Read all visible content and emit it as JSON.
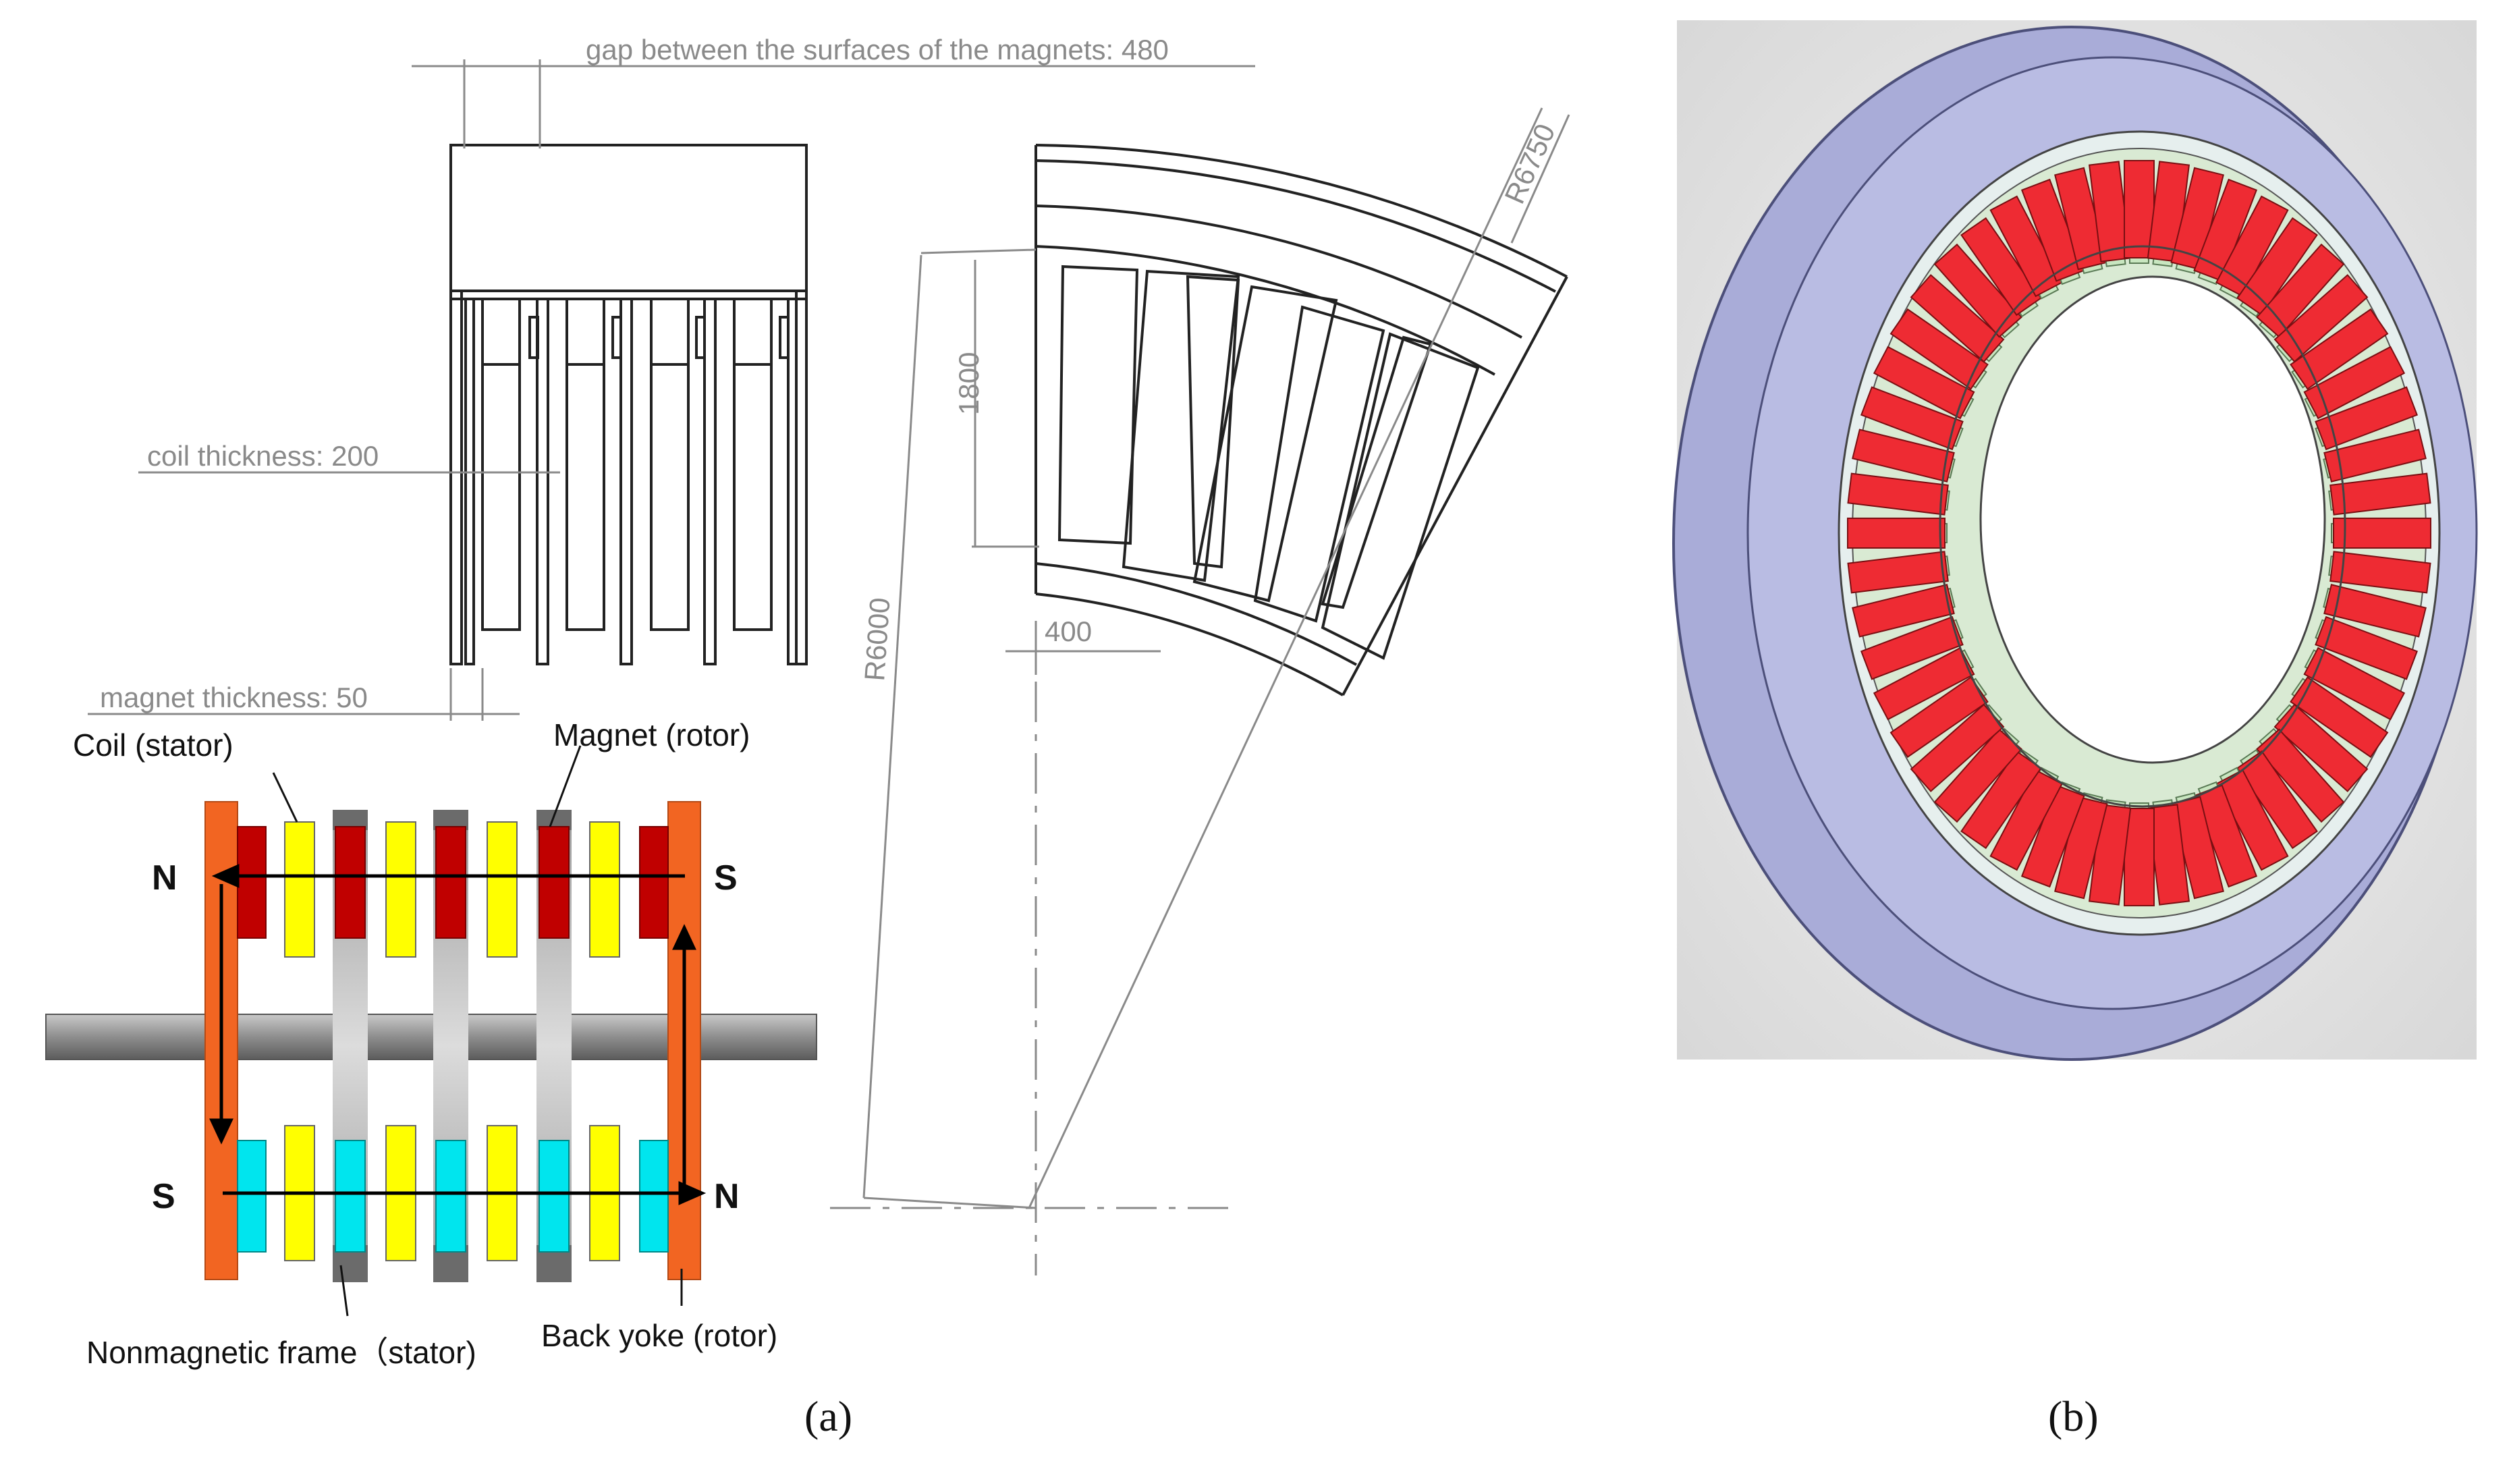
{
  "panel_a": {
    "dimensions": {
      "gap": "gap between the surfaces of the magnets: 480",
      "coil_thickness": "coil thickness: 200",
      "magnet_thickness": "magnet thickness: 50",
      "r_outer": "R6750",
      "r_inner": "R6000",
      "height": "1800",
      "width": "400"
    },
    "labels": {
      "coil": "Coil (stator)",
      "magnet": "Magnet (rotor)",
      "frame": "Nonmagnetic frame（stator)",
      "yoke": "Back yoke (rotor)"
    },
    "poles": {
      "top_left": "N",
      "top_right": "S",
      "bottom_left": "S",
      "bottom_right": "N"
    },
    "caption": "(a)"
  },
  "panel_b": {
    "caption": "(b)"
  },
  "colors": {
    "yoke": "#f26522",
    "magnet_red": "#c00000",
    "magnet_cyan": "#00e5ee",
    "coil": "#ffff00",
    "frame_gray": "#808080",
    "ring_body": "#a9acd8",
    "red_magnet_3d": "#ee2b33",
    "green_coil_3d": "#c8e6c0"
  }
}
